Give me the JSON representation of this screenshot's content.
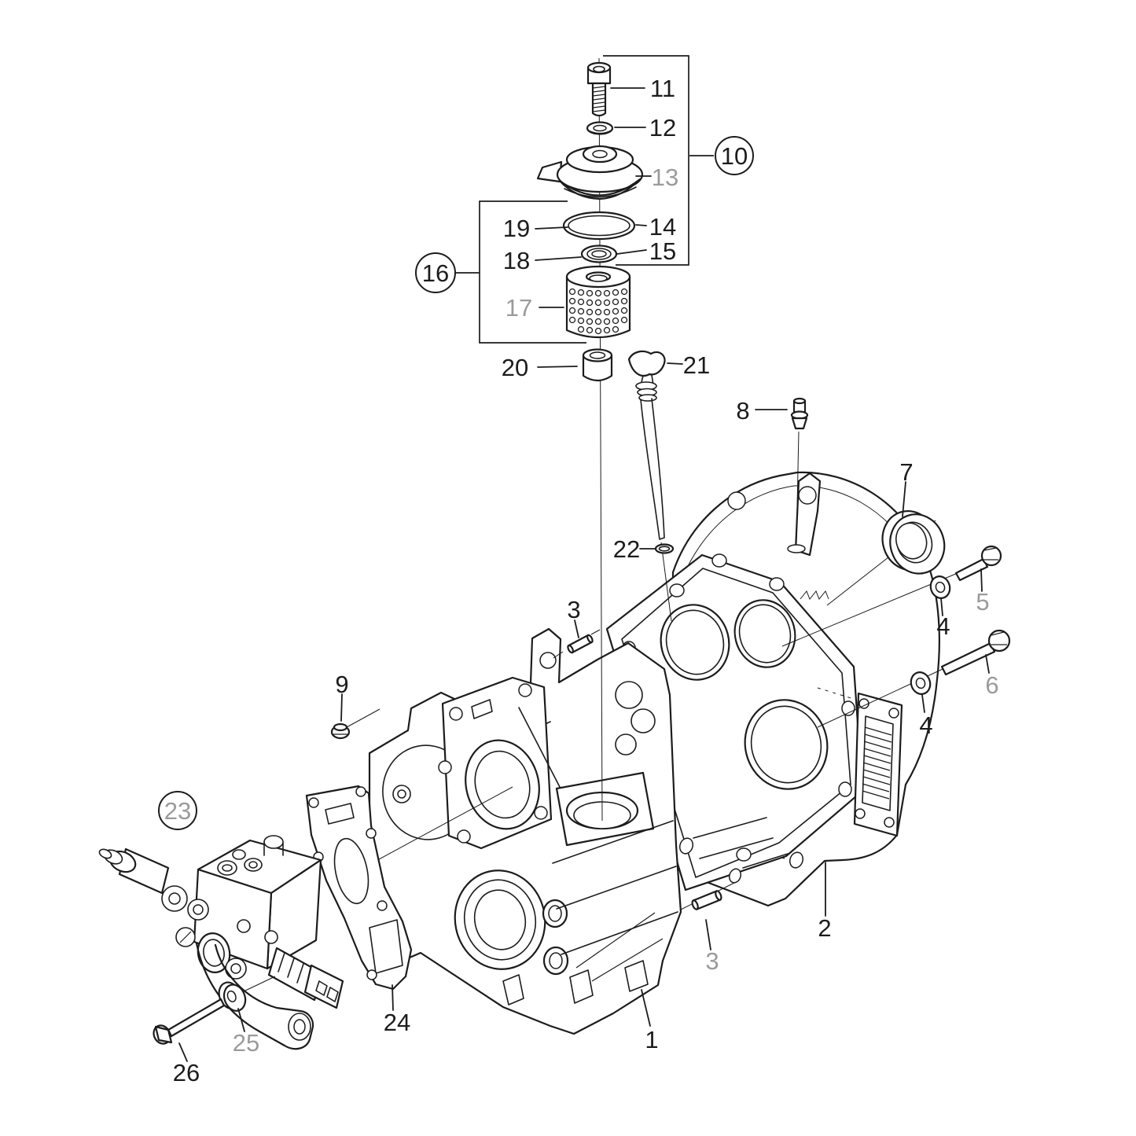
{
  "colors": {
    "line": "#1c1c1c",
    "label_black": "#1c1c1c",
    "label_gray": "#9b9b9b",
    "background": "#ffffff"
  },
  "callouts": {
    "c1": {
      "num": "1",
      "color": "black"
    },
    "c2": {
      "num": "2",
      "color": "black"
    },
    "c3a": {
      "num": "3",
      "color": "black"
    },
    "c3b": {
      "num": "3",
      "color": "gray"
    },
    "c4a": {
      "num": "4",
      "color": "black"
    },
    "c4b": {
      "num": "4",
      "color": "black"
    },
    "c5": {
      "num": "5",
      "color": "gray"
    },
    "c6": {
      "num": "6",
      "color": "gray"
    },
    "c7": {
      "num": "7",
      "color": "black"
    },
    "c8": {
      "num": "8",
      "color": "black"
    },
    "c9": {
      "num": "9",
      "color": "black"
    },
    "c10": {
      "num": "10",
      "color": "black",
      "circled": true
    },
    "c11": {
      "num": "11",
      "color": "black"
    },
    "c12": {
      "num": "12",
      "color": "black"
    },
    "c13": {
      "num": "13",
      "color": "gray"
    },
    "c14": {
      "num": "14",
      "color": "black"
    },
    "c15": {
      "num": "15",
      "color": "black"
    },
    "c16": {
      "num": "16",
      "color": "black",
      "circled": true
    },
    "c17": {
      "num": "17",
      "color": "gray"
    },
    "c18": {
      "num": "18",
      "color": "black"
    },
    "c19": {
      "num": "19",
      "color": "black"
    },
    "c20": {
      "num": "20",
      "color": "black"
    },
    "c21": {
      "num": "21",
      "color": "black"
    },
    "c22": {
      "num": "22",
      "color": "black"
    },
    "c23": {
      "num": "23",
      "color": "gray",
      "circled": true
    },
    "c24": {
      "num": "24",
      "color": "black"
    },
    "c25": {
      "num": "25",
      "color": "gray"
    },
    "c26": {
      "num": "26",
      "color": "black"
    }
  }
}
